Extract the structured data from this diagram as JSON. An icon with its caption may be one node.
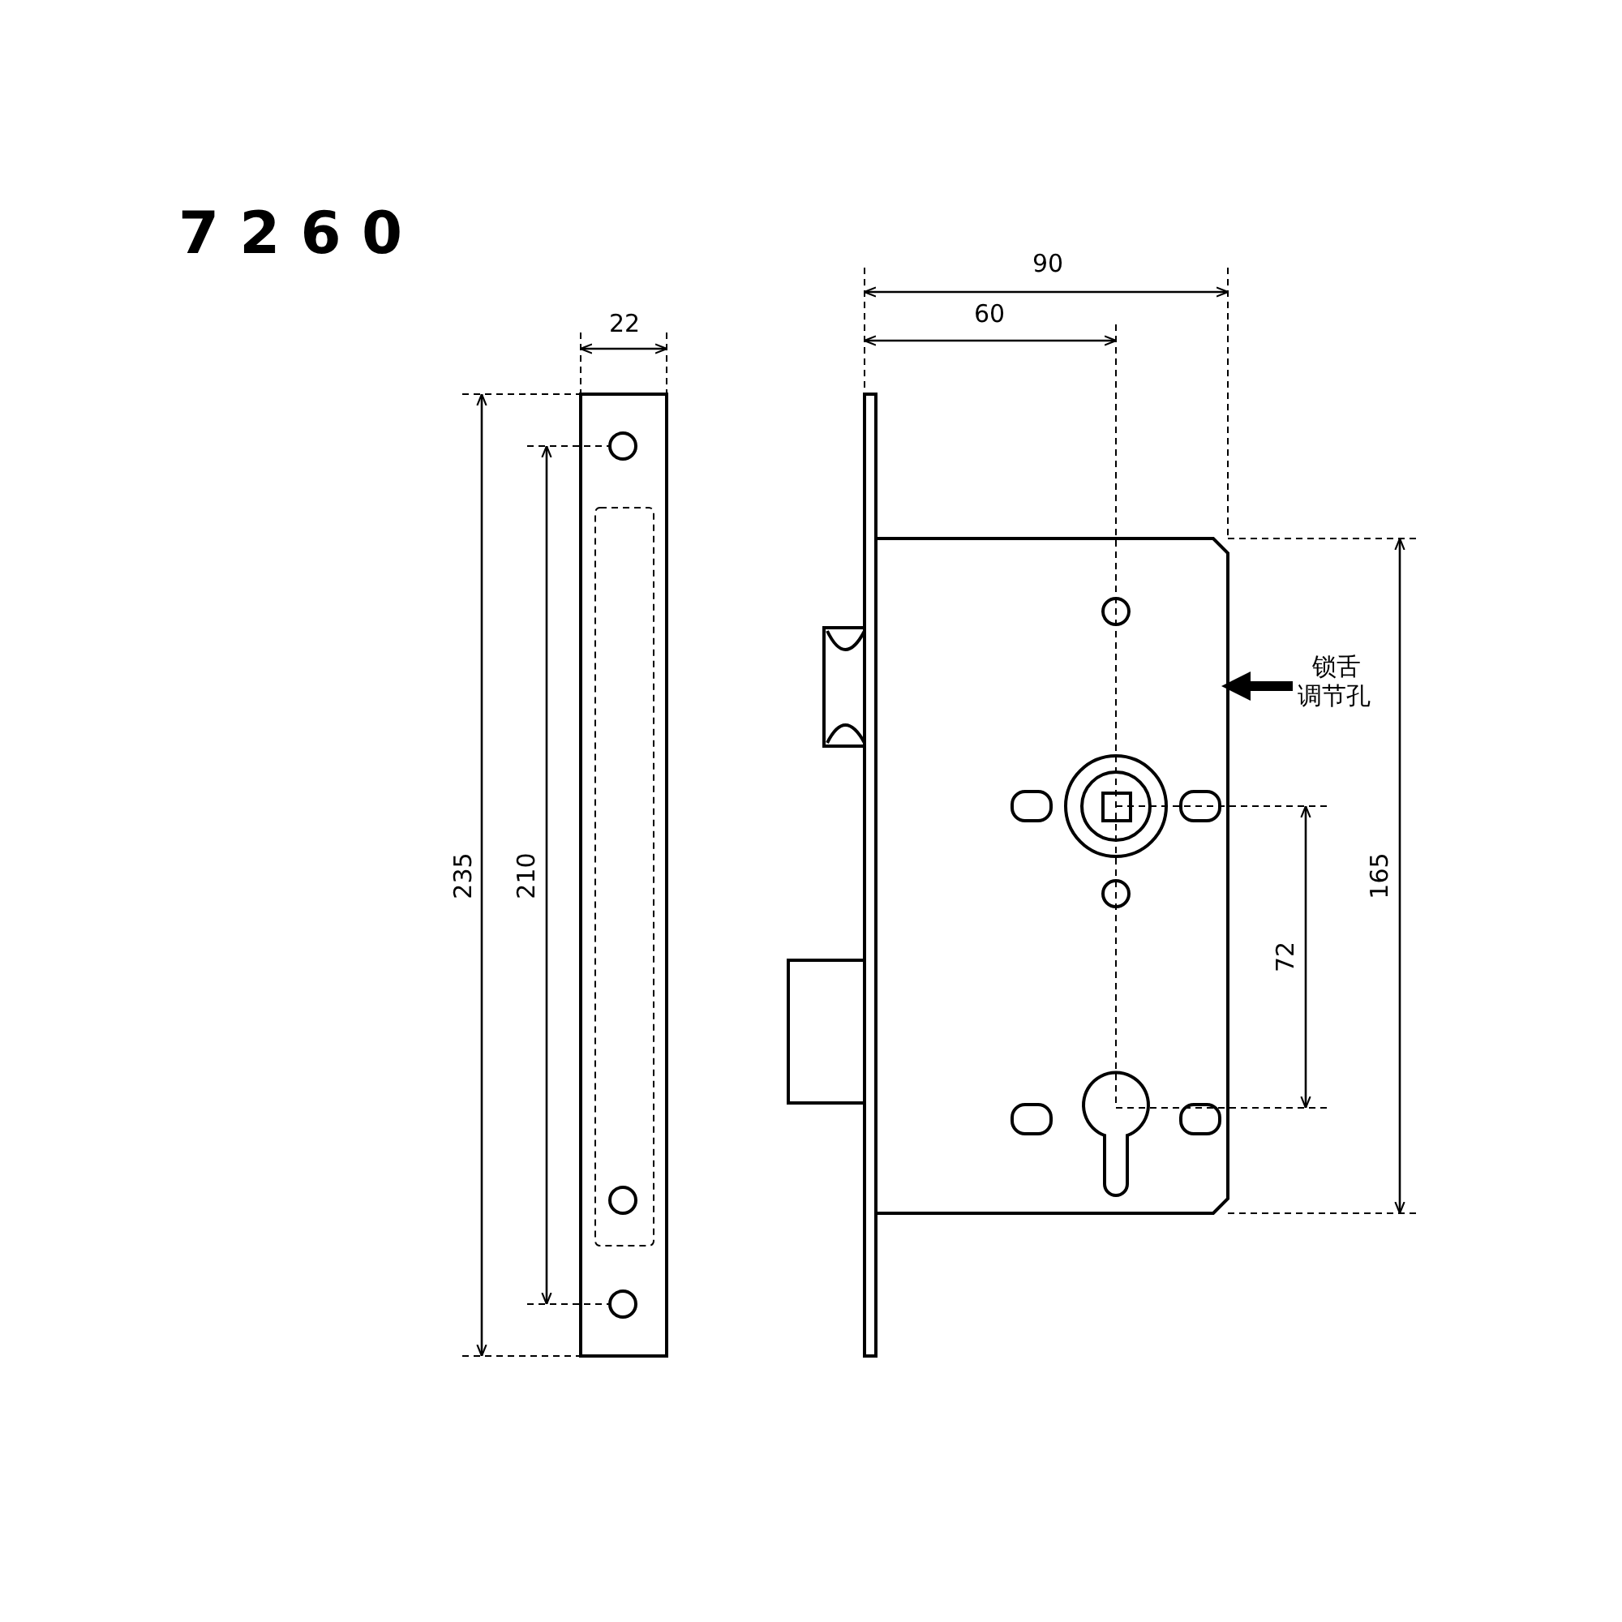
{
  "diagram": {
    "title": "7260",
    "nodes": [
      {
        "text": [
          "锁舌调节孔"
        ]
      },
      {
        "text": [],
        "shape": "box"
      }
    ],
    "edges": [
      {
        "from": 0,
        "to": 1,
        "arrow": "to"
      }
    ],
    "labels": [
      "90",
      "60",
      "22",
      "235",
      "210",
      "72",
      "165"
    ]
  }
}
